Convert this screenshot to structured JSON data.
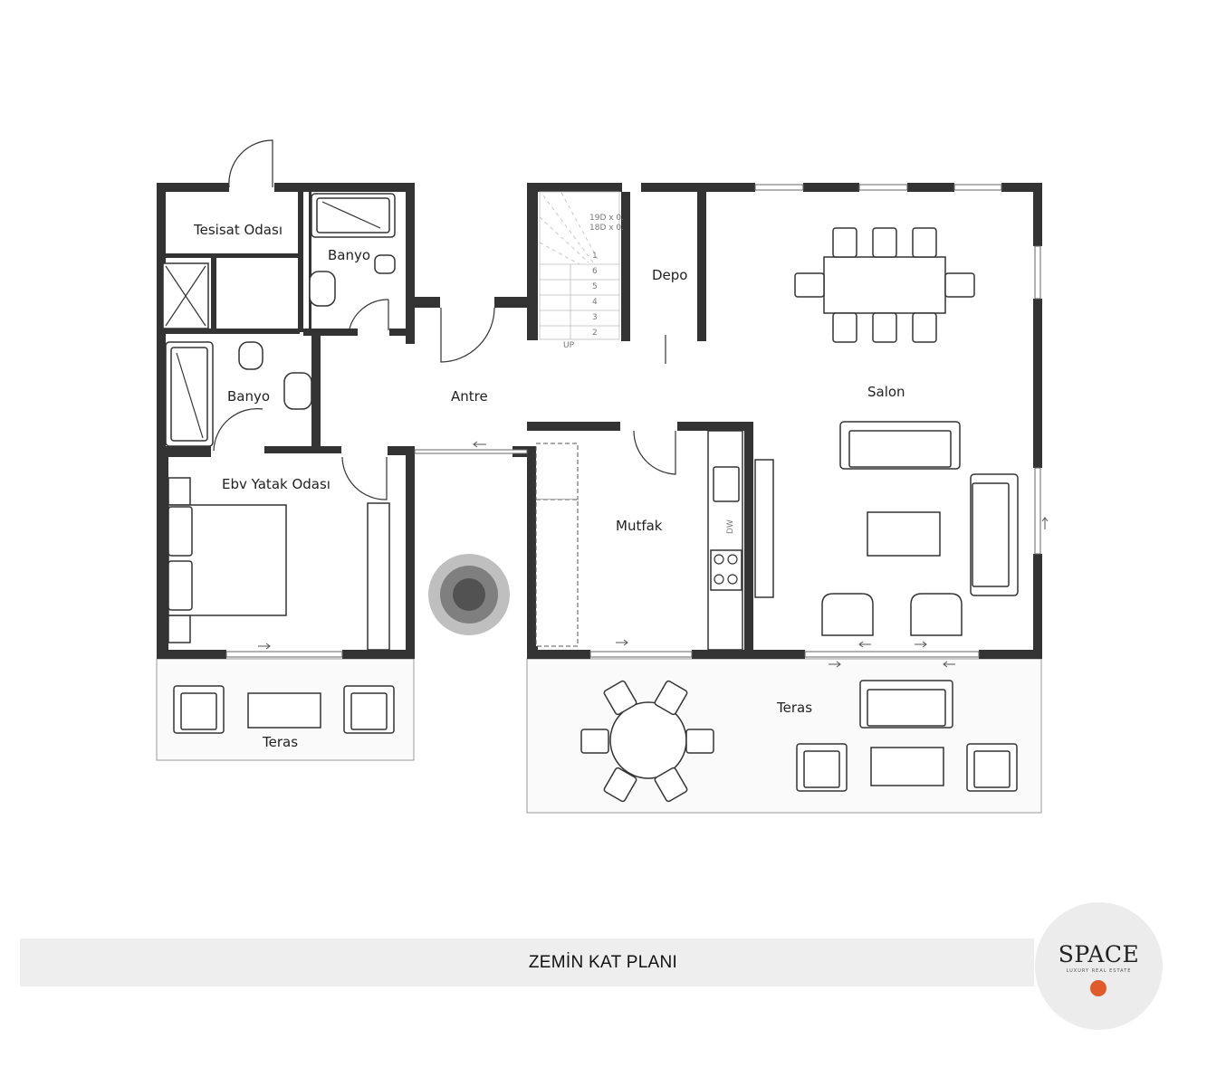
{
  "plan": {
    "rooms": {
      "tesisat": "Tesisat Odası",
      "banyo_top": "Banyo",
      "banyo_left": "Banyo",
      "antre": "Antre",
      "depo": "Depo",
      "salon": "Salon",
      "ebv": "Ebv Yatak Odası",
      "mutfak": "Mutfak",
      "teras_left": "Teras",
      "teras_right": "Teras"
    },
    "markings": {
      "dw": "DW",
      "up": "UP",
      "stair_dim_1": "19D x 0.",
      "stair_dim_2": "18D x 0.",
      "stair_steps": [
        "1",
        "2",
        "3",
        "4",
        "5",
        "6"
      ]
    }
  },
  "footer": {
    "title": "ZEMİN KAT PLANI"
  },
  "logo": {
    "name": "SPACE",
    "subtitle": "LUXURY REAL ESTATE",
    "dot_color": "#e05a2b"
  }
}
